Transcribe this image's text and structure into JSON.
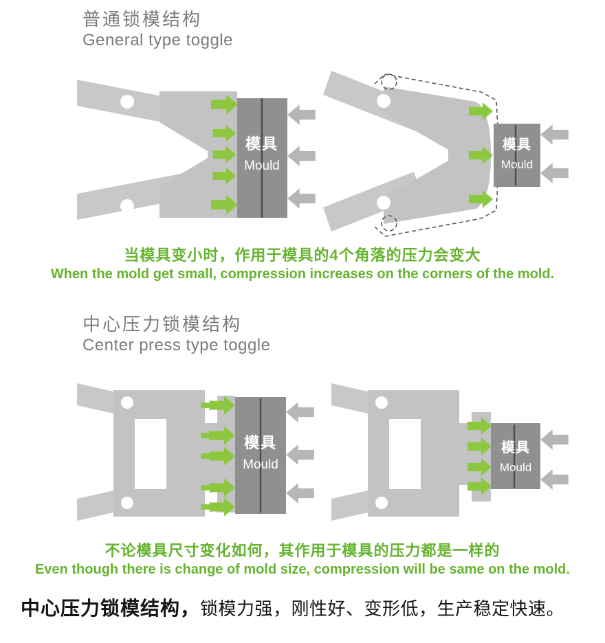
{
  "colors": {
    "machine": "#c8c8c8",
    "platen": "#c3c3c3",
    "mold": "#909090",
    "mold_divider": "#4e4e4e",
    "green_arrow": "#8dc63f",
    "gray_arrow": "#b6b6b6",
    "green_text": "#65b32e",
    "heading_gray": "#7b7b7b",
    "footer_text": "#141414"
  },
  "icons": {
    "clamp_force_arrow": "→",
    "reaction_force_arrow": "←"
  },
  "sections": {
    "general": {
      "heading_cn": "普通锁模结构",
      "heading_en": "General type toggle",
      "caption_cn": "当模具变小时，作用于模具的4个角落的压力会变大",
      "caption_en": "When the mold get small, compression increases on the corners of the mold."
    },
    "center": {
      "heading_cn": "中心压力锁模结构",
      "heading_en": "Center press type toggle",
      "caption_cn": "不论模具尺寸变化如何，其作用于模具的压力都是一样的",
      "caption_en": "Even though there is change of mold size, compression will be same on the mold."
    }
  },
  "mold": {
    "label_cn": "模具",
    "label_en": "Mould"
  },
  "footer": {
    "lead_bold": "中心压力锁模结构，",
    "body": "锁模力强，刚性好、变形低，生产稳定快速。"
  }
}
